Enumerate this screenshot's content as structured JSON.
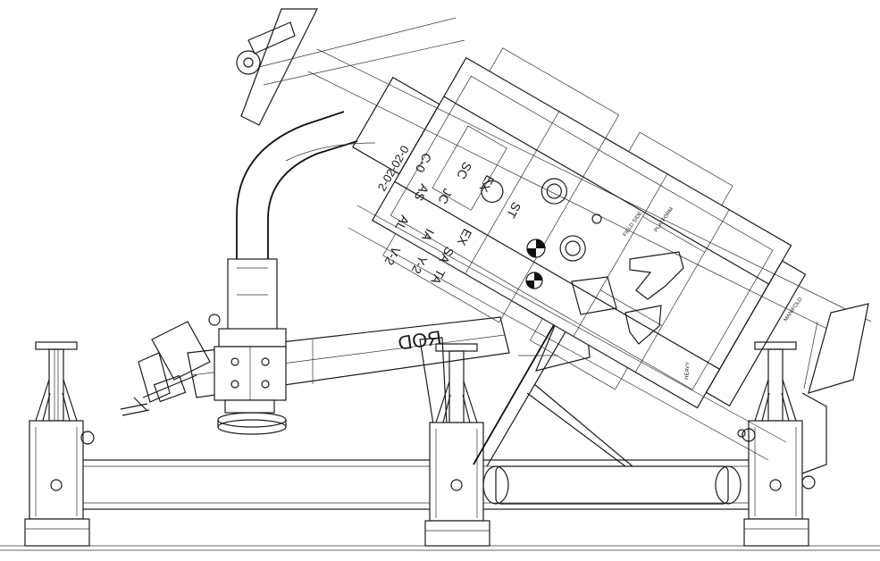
{
  "drawing": {
    "rod_label": "ROD",
    "panel_labels": [
      "C-0",
      "SC",
      "EX",
      "JC",
      "AS",
      "AL",
      "IA",
      "EX",
      "ST",
      "V-2",
      "Y-2",
      "SA",
      "TA",
      "2-02-02-0"
    ],
    "frame_tag_1": "PLATFORM",
    "frame_tag_2": "FIELD SIDE",
    "frame_tag_3": "MANIFOLD",
    "small_tag": "HEAVY"
  }
}
